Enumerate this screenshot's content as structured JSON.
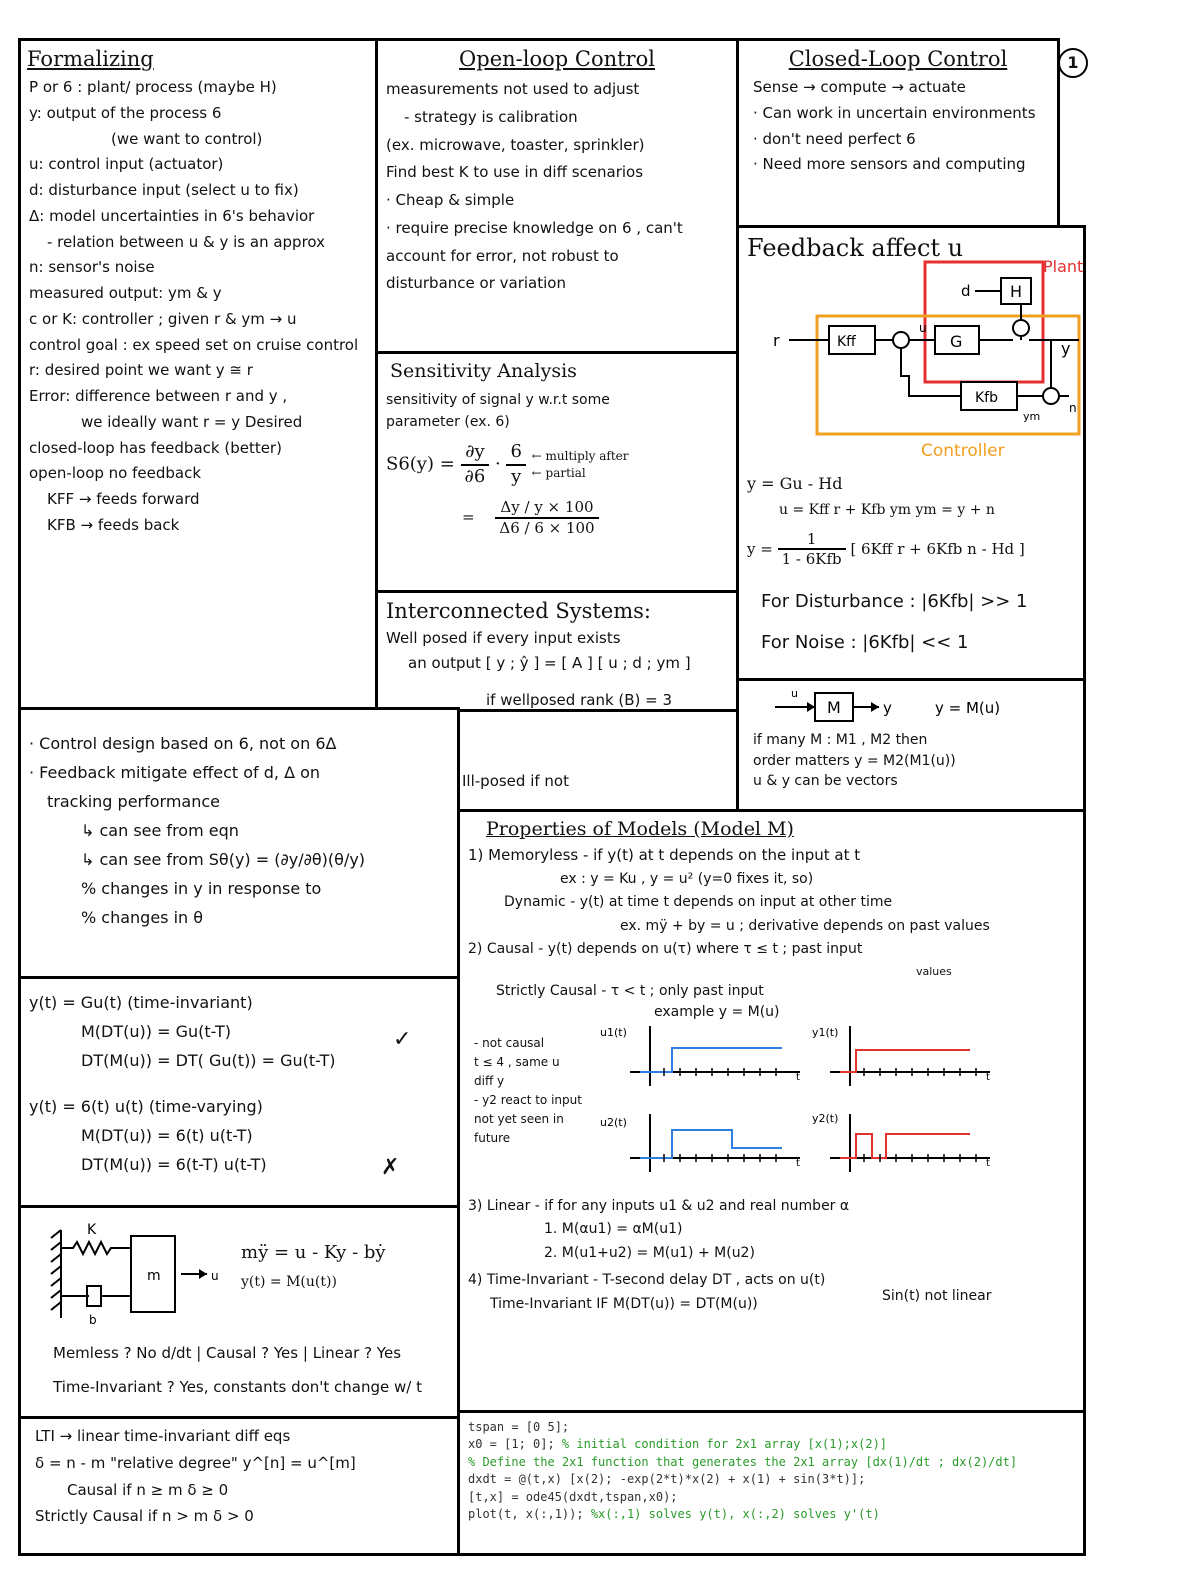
{
  "page_number": "1",
  "formalizing": {
    "title": "Formalizing",
    "lines": [
      "P or 6 : plant/ process (maybe H)",
      "y: output of the process 6",
      "(we want to control)",
      "u: control input (actuator)",
      "d: disturbance input (select u to fix)",
      "Δ: model uncertainties in 6's behavior",
      "- relation between u & y is an approx",
      "n: sensor's noise",
      "measured output: ym & y",
      "c or K: controller ; given r & ym → u",
      "control goal : ex speed set on cruise control",
      "r: desired point we want y ≅ r",
      "Error: difference between r and y ,",
      "we ideally want r = y Desired",
      "closed-loop has feedback (better)",
      "open-loop no feedback",
      "KFF → feeds forward",
      "KFB → feeds back"
    ]
  },
  "open_loop": {
    "title": "Open-loop Control",
    "lines": [
      "measurements not used to adjust",
      "- strategy is calibration",
      "(ex. microwave, toaster, sprinkler)",
      "Find best K to use in diff scenarios",
      "· Cheap & simple",
      "· require precise knowledge on 6 , can't",
      "account for error, not robust to",
      "disturbance or variation"
    ]
  },
  "closed_loop": {
    "title": "Closed-Loop Control",
    "lines": [
      "Sense → compute → actuate",
      "· Can work in uncertain environments",
      "· don't need perfect 6",
      "· Need more sensors and computing"
    ]
  },
  "feedback": {
    "title": "Feedback affect u",
    "plant_label": "Plant",
    "controller_label": "Controller",
    "blocks": {
      "kff": "Kff",
      "g": "G",
      "h": "H",
      "kfb": "Kfb"
    },
    "signals": {
      "r": "r",
      "y": "y",
      "d": "d",
      "n": "n",
      "u": "u",
      "ym": "ym"
    },
    "eq1": "y = Gu - Hd",
    "eq2": "u = Kff r + Kfb ym     ym = y + n",
    "eq3_lhs": "y =",
    "eq3_num": "1",
    "eq3_den": "1 - 6Kfb",
    "eq3_rhs": "[ 6Kff r + 6Kfb n - Hd ]",
    "dist": "For Disturbance : |6Kfb| >> 1",
    "noise": "For Noise : |6Kfb| << 1"
  },
  "sensitivity": {
    "title": "Sensitivity Analysis",
    "lines": [
      "sensitivity of signal y w.r.t some",
      "parameter (ex. 6)"
    ],
    "lhs": "S6(y) =",
    "d_num": "∂y",
    "d_den": "∂6",
    "r_num": "6",
    "r_den": "y",
    "note1": "← multiply after",
    "note2": "← partial",
    "eq": "=",
    "p_num": "Δy / y × 100",
    "p_den": "Δ6 / 6 × 100"
  },
  "interconnected": {
    "title": "Interconnected Systems:",
    "lines": [
      "Well posed if every input exists",
      "an output  [ y ; ŷ ] = [ A ] [ u ; d ; ym ]"
    ],
    "rank": "if wellposed rank (B) = 3",
    "ill": "Ill-posed if not"
  },
  "model_m": {
    "in_label": "u",
    "block": "M",
    "out_label": "y",
    "eq": "y = M(u)",
    "lines": [
      "if many M : M1 , M2 then",
      "order matters y = M2(M1(u))",
      "u & y can be vectors"
    ]
  },
  "control_design": {
    "lines": [
      "· Control design based on 6, not on 6Δ",
      "· Feedback mitigate effect of d, Δ on",
      "tracking performance",
      "↳ can see from eqn",
      "↳ can see from Sθ(y) = (∂y/∂θ)(θ/y)",
      "% changes in y in response to",
      "% changes in θ"
    ]
  },
  "time_invariance": {
    "lines": [
      "y(t) = Gu(t)  (time-invariant)",
      "M(DT(u)) =  Gu(t-T)",
      "DT(M(u)) =  DT( Gu(t)) = Gu(t-T)",
      "y(t) = 6(t) u(t)  (time-varying)",
      "M(DT(u)) = 6(t) u(t-T)",
      "DT(M(u)) = 6(t-T) u(t-T)"
    ],
    "mark_equal": "✓",
    "mark_not": "✗"
  },
  "spring_mass": {
    "k_label": "K",
    "b_label": "b",
    "m_label": "m",
    "u_label": "u",
    "eq1": "mÿ = u - Ky - bẏ",
    "eq2": "y(t) = M(u(t))",
    "q1": "Memless ? No d/dt | Causal ? Yes | Linear ? Yes",
    "q2": "Time-Invariant ? Yes, constants don't change w/ t"
  },
  "lti": {
    "lines": [
      "LTI → linear time-invariant diff eqs",
      "δ = n - m  \"relative degree\"   y^[n] = u^[m]",
      "Causal if n ≥ m   δ ≥ 0",
      "Strictly Causal if n > m   δ > 0"
    ]
  },
  "properties": {
    "title": "Properties of Models (Model M)",
    "lines": [
      "1) Memoryless - if y(t) at t depends on the input at t",
      "ex :  y = Ku  ,  y = u²   (y=0 fixes it, so)",
      "Dynamic -  y(t) at time t depends on input at other time",
      "ex. mÿ + by = u  ; derivative depends on past values",
      "2) Causal - y(t) depends on u(τ) where τ ≤ t ; past input",
      "values",
      "Strictly Causal - τ < t  ; only past input"
    ],
    "example_label": "example  y = M(u)",
    "side_notes": [
      "- not causal",
      "t ≤ 4 , same u",
      "diff y",
      "- y2 react to input",
      "not yet seen in",
      "future"
    ],
    "plot_labels": {
      "u1": "u1(t)",
      "u2": "u2(t)",
      "y1": "y1(t)",
      "y2": "y2(t)",
      "t": "t"
    },
    "lines2": [
      "3) Linear - if for any inputs u1 & u2 and real number α",
      "1. M(αu1) = αM(u1)",
      "2. M(u1+u2) = M(u1) + M(u2)",
      "4) Time-Invariant -  T-second delay DT , acts on u(t)",
      "Time-Invariant IF     M(DT(u)) = DT(M(u))"
    ],
    "sin_note": "Sin(t) not linear"
  },
  "code": {
    "lines": [
      "tspan = [0 5];",
      "x0 = [1; 0]; ",
      "",
      "dxdt = @(t,x) [x(2); -exp(2*t)*x(2) + x(1) + sin(3*t)];",
      "[t,x] = ode45(dxdt,tspan,x0);",
      "plot(t, x(:,1)); "
    ],
    "comments": [
      "",
      "% initial condition for 2x1 array [x(1);x(2)]",
      "% Define the 2x1 function that generates the 2x1 array [dx(1)/dt ; dx(2)/dt]",
      "",
      "",
      "%x(:,1) solves y(t), x(:,2) solves y'(t)"
    ]
  },
  "colors": {
    "plant": "#e53030",
    "controller": "#f0a020",
    "blue_signal": "#2f7fe0",
    "red_signal": "#e53030",
    "code_comment": "#2a9a2a"
  }
}
